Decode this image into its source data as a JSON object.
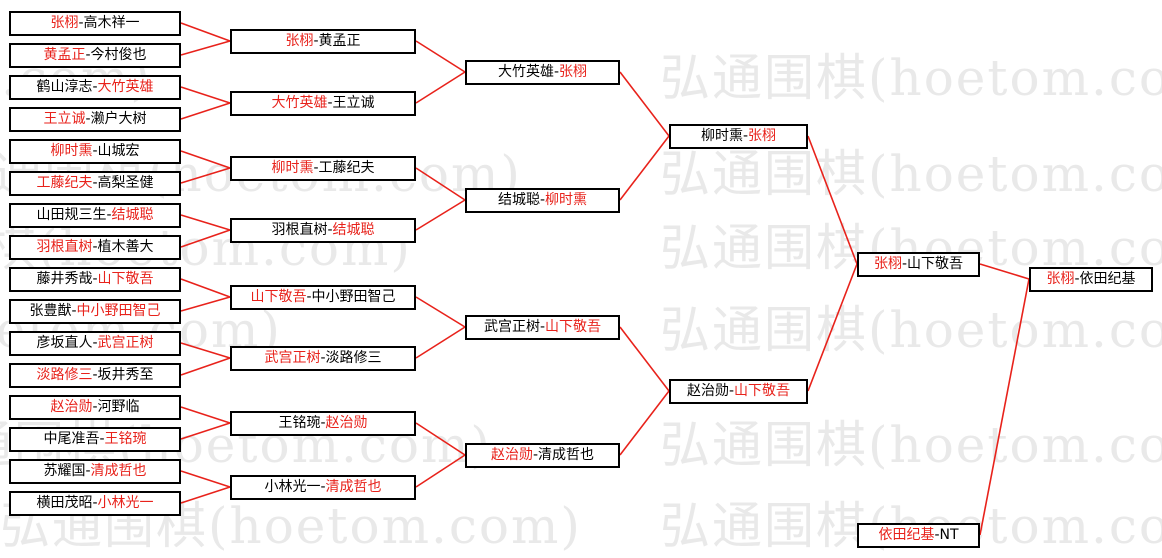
{
  "watermark": "弘通围棋(hoetom.com)",
  "colors": {
    "winner": "#e8221b",
    "loser": "#000000",
    "line": "#e8221b",
    "border": "#000000"
  },
  "bracket": {
    "round1": [
      {
        "left": "张栩",
        "right": "高木祥一",
        "winner": "left"
      },
      {
        "left": "黄孟正",
        "right": "今村俊也",
        "winner": "left"
      },
      {
        "left": "鹤山淳志",
        "right": "大竹英雄",
        "winner": "right"
      },
      {
        "left": "王立诚",
        "right": "濑户大树",
        "winner": "left"
      },
      {
        "left": "柳时熏",
        "right": "山城宏",
        "winner": "left"
      },
      {
        "left": "工藤纪夫",
        "right": "高梨圣健",
        "winner": "left"
      },
      {
        "left": "山田规三生",
        "right": "结城聪",
        "winner": "right"
      },
      {
        "left": "羽根直树",
        "right": "植木善大",
        "winner": "left"
      },
      {
        "left": "藤井秀哉",
        "right": "山下敬吾",
        "winner": "right"
      },
      {
        "left": "张豊猷",
        "right": "中小野田智己",
        "winner": "right"
      },
      {
        "left": "彦坂直人",
        "right": "武宫正树",
        "winner": "right"
      },
      {
        "left": "淡路修三",
        "right": "坂井秀至",
        "winner": "left"
      },
      {
        "left": "赵治勋",
        "right": "河野临",
        "winner": "left"
      },
      {
        "left": "中尾准吾",
        "right": "王铭琬",
        "winner": "right"
      },
      {
        "left": "苏耀国",
        "right": "清成哲也",
        "winner": "right"
      },
      {
        "left": "横田茂昭",
        "right": "小林光一",
        "winner": "right"
      }
    ],
    "round2": [
      {
        "left": "张栩",
        "right": "黄孟正",
        "winner": "left"
      },
      {
        "left": "大竹英雄",
        "right": "王立诚",
        "winner": "left"
      },
      {
        "left": "柳时熏",
        "right": "工藤纪夫",
        "winner": "left"
      },
      {
        "left": "羽根直树",
        "right": "结城聪",
        "winner": "right"
      },
      {
        "left": "山下敬吾",
        "right": "中小野田智己",
        "winner": "left"
      },
      {
        "left": "武宫正树",
        "right": "淡路修三",
        "winner": "left"
      },
      {
        "left": "王铭琬",
        "right": "赵治勋",
        "winner": "right"
      },
      {
        "left": "小林光一",
        "right": "清成哲也",
        "winner": "right"
      }
    ],
    "round3": [
      {
        "left": "大竹英雄",
        "right": "张栩",
        "winner": "right"
      },
      {
        "left": "结城聪",
        "right": "柳时熏",
        "winner": "right"
      },
      {
        "left": "武宫正树",
        "right": "山下敬吾",
        "winner": "right"
      },
      {
        "left": "赵治勋",
        "right": "清成哲也",
        "winner": "left"
      }
    ],
    "round4": [
      {
        "left": "柳时熏",
        "right": "张栩",
        "winner": "right"
      },
      {
        "left": "赵治勋",
        "right": "山下敬吾",
        "winner": "right"
      }
    ],
    "round5": [
      {
        "left": "张栩",
        "right": "山下敬吾",
        "winner": "left"
      },
      {
        "left": "依田纪基",
        "right": "NT",
        "winner": "left"
      }
    ],
    "final": [
      {
        "left": "张栩",
        "right": "依田纪基",
        "winner": "left"
      }
    ]
  }
}
